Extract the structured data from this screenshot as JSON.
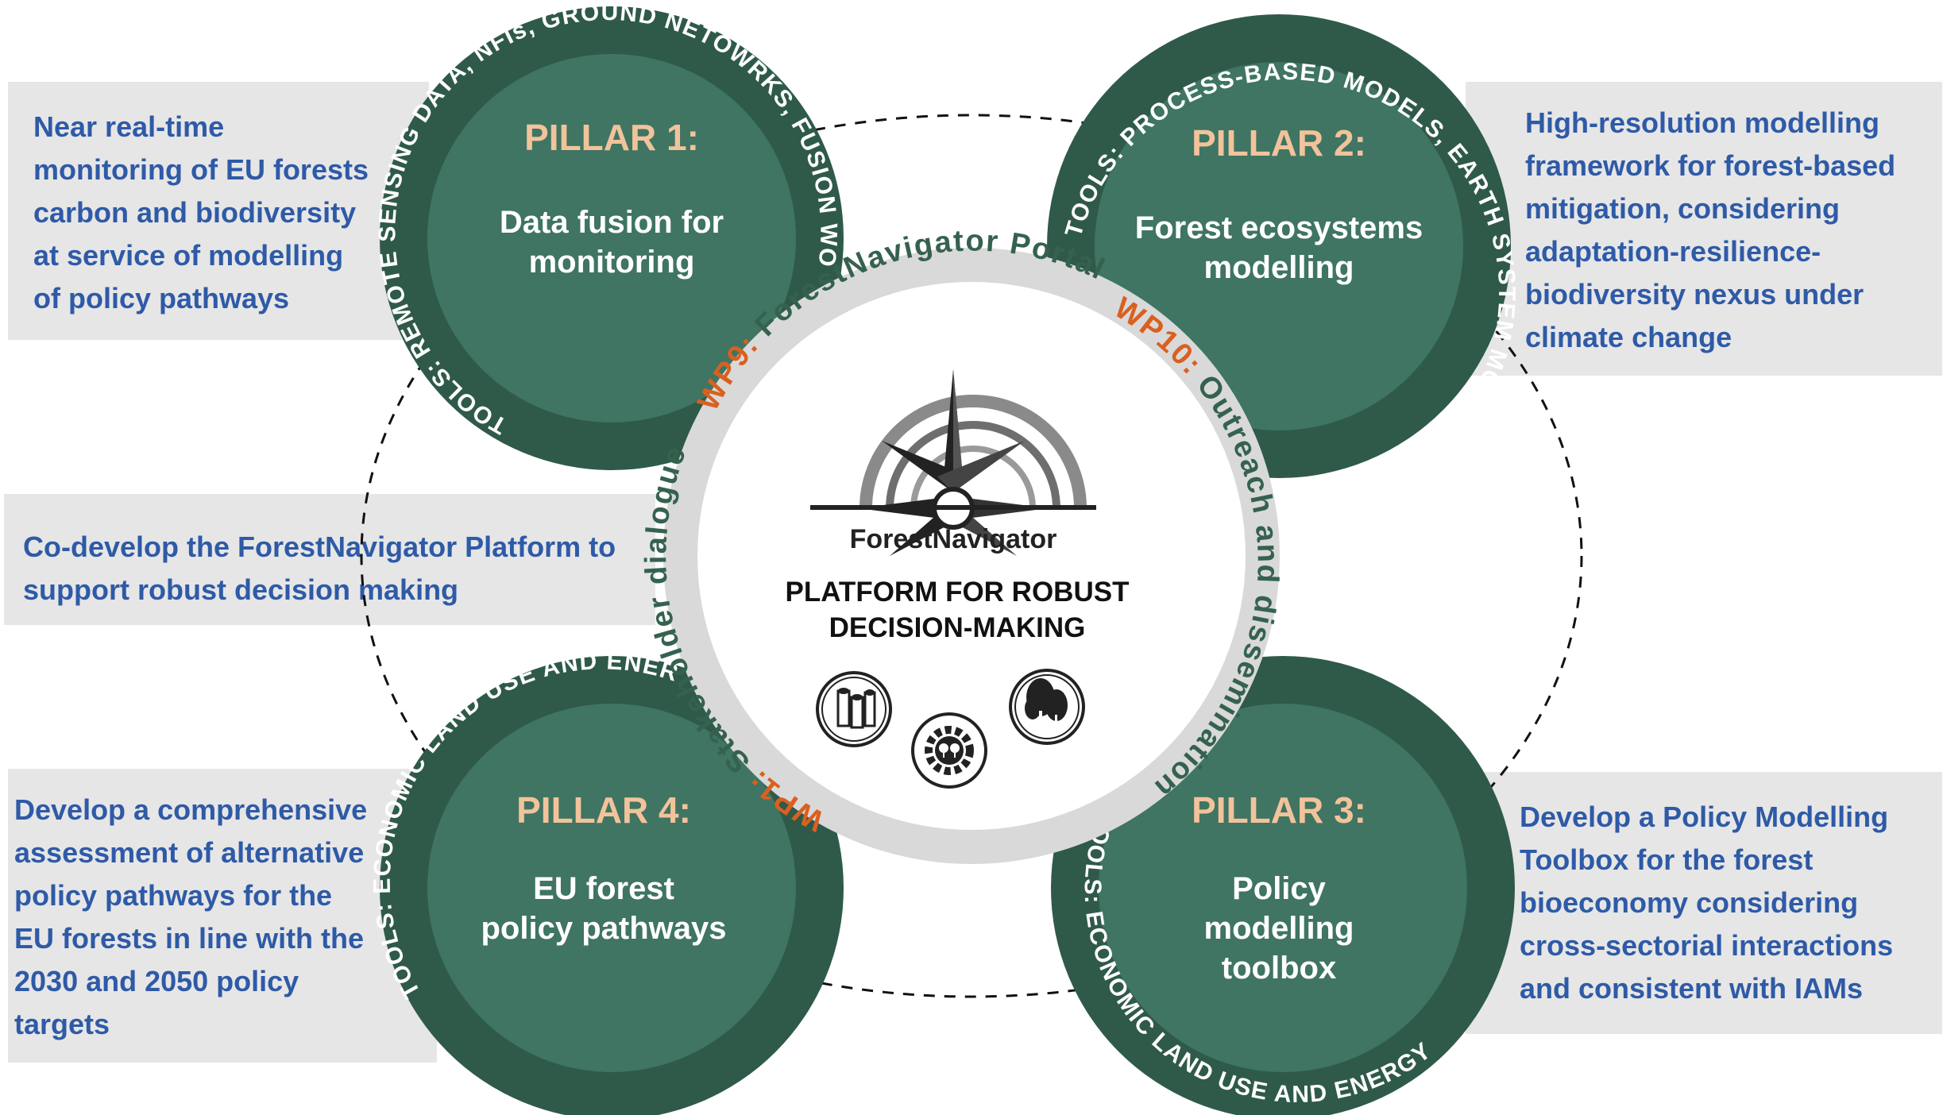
{
  "boxes": {
    "box1": [
      "Near real-time",
      "monitoring of EU forests",
      "carbon and biodiversity",
      "at service of modelling",
      "of policy pathways"
    ],
    "box2": [
      "High-resolution modelling",
      "framework for forest-based",
      "mitigation, considering",
      "adaptation-resilience-",
      "biodiversity nexus under",
      "climate change"
    ],
    "box3": [
      "Co-develop the ForestNavigator Platform to",
      "support robust decision making"
    ],
    "box4": [
      "Develop a comprehensive",
      "assessment of alternative",
      "policy pathways for the",
      "EU forests in line with the",
      "2030 and 2050 policy",
      "targets"
    ],
    "box5": [
      "Develop a Policy Modelling",
      "Toolbox for the forest",
      "bioeconomy considering",
      "cross-sectorial interactions",
      "and consistent with IAMs"
    ]
  },
  "pillars": {
    "p1": {
      "title": "PILLAR 1:",
      "name1": "Data fusion for",
      "name2": "monitoring",
      "tools_label": "TOOLS:",
      "tools_text": " REMOTE SENSING DATA, NFIs, GROUND NETOWRKS, FUSION WORKFLOWS"
    },
    "p2": {
      "title": "PILLAR 2:",
      "name1": "Forest ecosystems",
      "name2": "modelling",
      "tools_label": "TOOLS:",
      "tools_text": " PROCESS-BASED MODELS, EARTH SYSTEM MODELS, CLIMATE EMULATORS"
    },
    "p3": {
      "title": "PILLAR 3:",
      "name1": "Policy",
      "name2": "modelling",
      "name3": "toolbox",
      "tools_label": "TOOLS:",
      "tools_text": " ECONOMIC LAND USE AND ENERGY SECTOR MODELS, CLIMATE MODELS"
    },
    "p4": {
      "title": "PILLAR 4:",
      "name1": "EU forest",
      "name2": "policy pathways",
      "tools_label": "TOOLS:",
      "tools_text": " ECONOMIC LAND USE AND ENERGY SECTOR MODELS, CLIMATE MODELS"
    }
  },
  "ring": {
    "wp1": "WP1:",
    "wp1_text": " Stakeholder dialogue ",
    "wp9": "WP9:",
    "wp9_text": " ForestNavigator Portal ",
    "wp10": "WP10:",
    "wp10_text": " Outreach and dissemination"
  },
  "center": {
    "brand": "ForestNavigator",
    "line1": "PLATFORM FOR ROBUST",
    "line2": "DECISION-MAKING"
  },
  "colors": {
    "pillar_green": "#3f7562",
    "pillar_dark": "#2f5a49",
    "ring_grey": "#d9d9d9",
    "wp_orange": "#d9601f",
    "ring_text": "#35624f",
    "box_text": "#2e5aa7",
    "pillar_title": "#f2c39b"
  }
}
